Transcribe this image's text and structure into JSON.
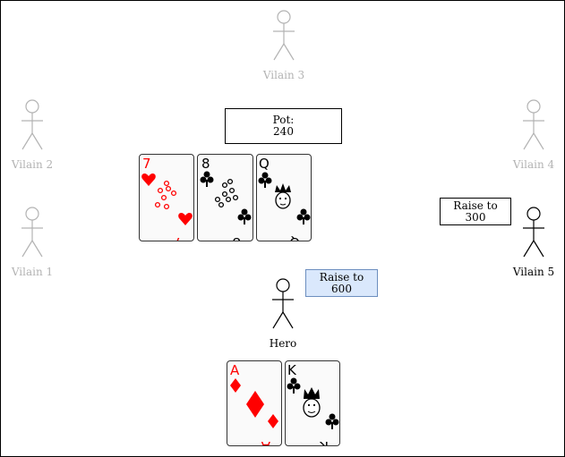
{
  "players": {
    "villain3": "Vilain 3",
    "villain2": "Vilain 2",
    "villain4": "Vilain 4",
    "villain1": "Vilain 1",
    "villain5": "Vilain 5",
    "hero": "Hero"
  },
  "pot": {
    "label": "Pot:",
    "value": "240"
  },
  "villain5_action": {
    "label": "Raise to",
    "value": "300"
  },
  "hero_action": {
    "label": "Raise to",
    "value": "600"
  },
  "board_cards": [
    {
      "rank": "7",
      "suit": "hearts",
      "color": "#ff0000"
    },
    {
      "rank": "8",
      "suit": "clubs",
      "color": "#000000"
    },
    {
      "rank": "Q",
      "suit": "clubs",
      "color": "#000000"
    }
  ],
  "hero_cards": [
    {
      "rank": "A",
      "suit": "diamonds",
      "color": "#ff0000"
    },
    {
      "rank": "K",
      "suit": "clubs",
      "color": "#000000"
    }
  ],
  "colors": {
    "inactive_player": "#b3b3b3",
    "hero_action_fill": "#dae8fc",
    "hero_action_border": "#6c8ebf"
  }
}
